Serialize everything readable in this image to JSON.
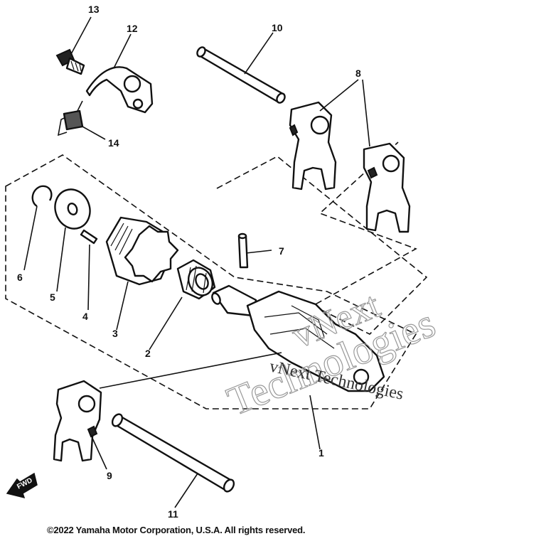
{
  "callouts": [
    {
      "id": "label-1",
      "text": "1"
    },
    {
      "id": "label-2",
      "text": "2"
    },
    {
      "id": "label-3",
      "text": "3"
    },
    {
      "id": "label-4",
      "text": "4"
    },
    {
      "id": "label-5",
      "text": "5"
    },
    {
      "id": "label-6",
      "text": "6"
    },
    {
      "id": "label-7",
      "text": "7"
    },
    {
      "id": "label-8",
      "text": "8"
    },
    {
      "id": "label-9",
      "text": "9"
    },
    {
      "id": "label-10",
      "text": "10"
    },
    {
      "id": "label-11",
      "text": "11"
    },
    {
      "id": "label-12",
      "text": "12"
    },
    {
      "id": "label-13",
      "text": "13"
    },
    {
      "id": "label-14",
      "text": "14"
    }
  ],
  "watermark": {
    "line1": "vNext",
    "line2": "Technologies",
    "line3": "vNext Technologies"
  },
  "forward_marker": "FWD",
  "copyright": "©2022 Yamaha Motor Corporation, U.S.A. All rights reserved."
}
